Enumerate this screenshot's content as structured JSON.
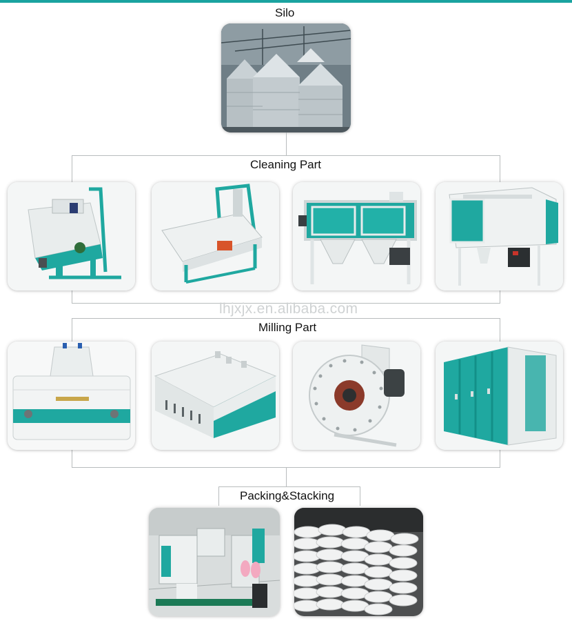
{
  "header": {
    "accent_color": "#1aa3a0"
  },
  "sections": {
    "silo": {
      "title": "Silo"
    },
    "cleaning": {
      "title": "Cleaning Part"
    },
    "milling": {
      "title": "Milling Part"
    },
    "packing": {
      "title": "Packing&Stacking"
    }
  },
  "watermark": "lhjxjx.en.alibaba.com",
  "colors": {
    "machine_teal": "#1fa8a0",
    "machine_white": "#f2f4f4",
    "connector": "#b8bcbd"
  }
}
